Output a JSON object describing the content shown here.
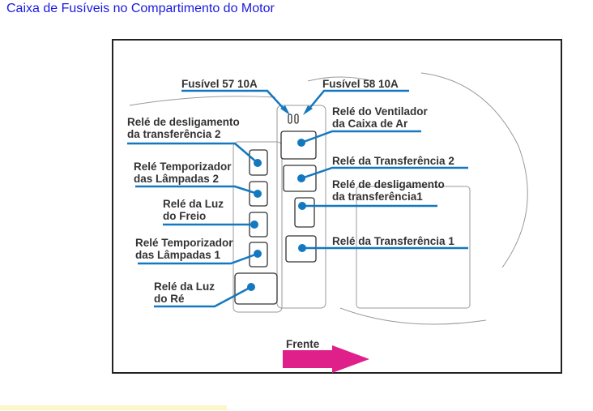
{
  "title": "Caixa de Fusíveis no Compartimento do Motor",
  "labels": {
    "fuse57": "Fusível 57 10A",
    "fuse58": "Fusível 58 10A",
    "fan_1": "Relé do Ventilador",
    "fan_2": "da Caixa de Ar",
    "off2_1": "Relé de desligamento",
    "off2_2": "da transferência 2",
    "tr2": "Relé da Transferência 2",
    "tmp2_1": "Relé Temporizador",
    "tmp2_2": "das Lâmpadas 2",
    "off1_1": "Relé de desligamento",
    "off1_2": "da transferência1",
    "brake_1": "Relé da Luz",
    "brake_2": "do Freio",
    "tr1": "Relé da Transferência 1",
    "tmp1_1": "Relé Temporizador",
    "tmp1_2": "das Lâmpadas 1",
    "rev_1": "Relé da Luz",
    "rev_2": "do Ré",
    "front": "Frente"
  },
  "colors": {
    "title": "#1a1ae0",
    "leader": "#1478c0",
    "arrow": "#e0208a"
  }
}
